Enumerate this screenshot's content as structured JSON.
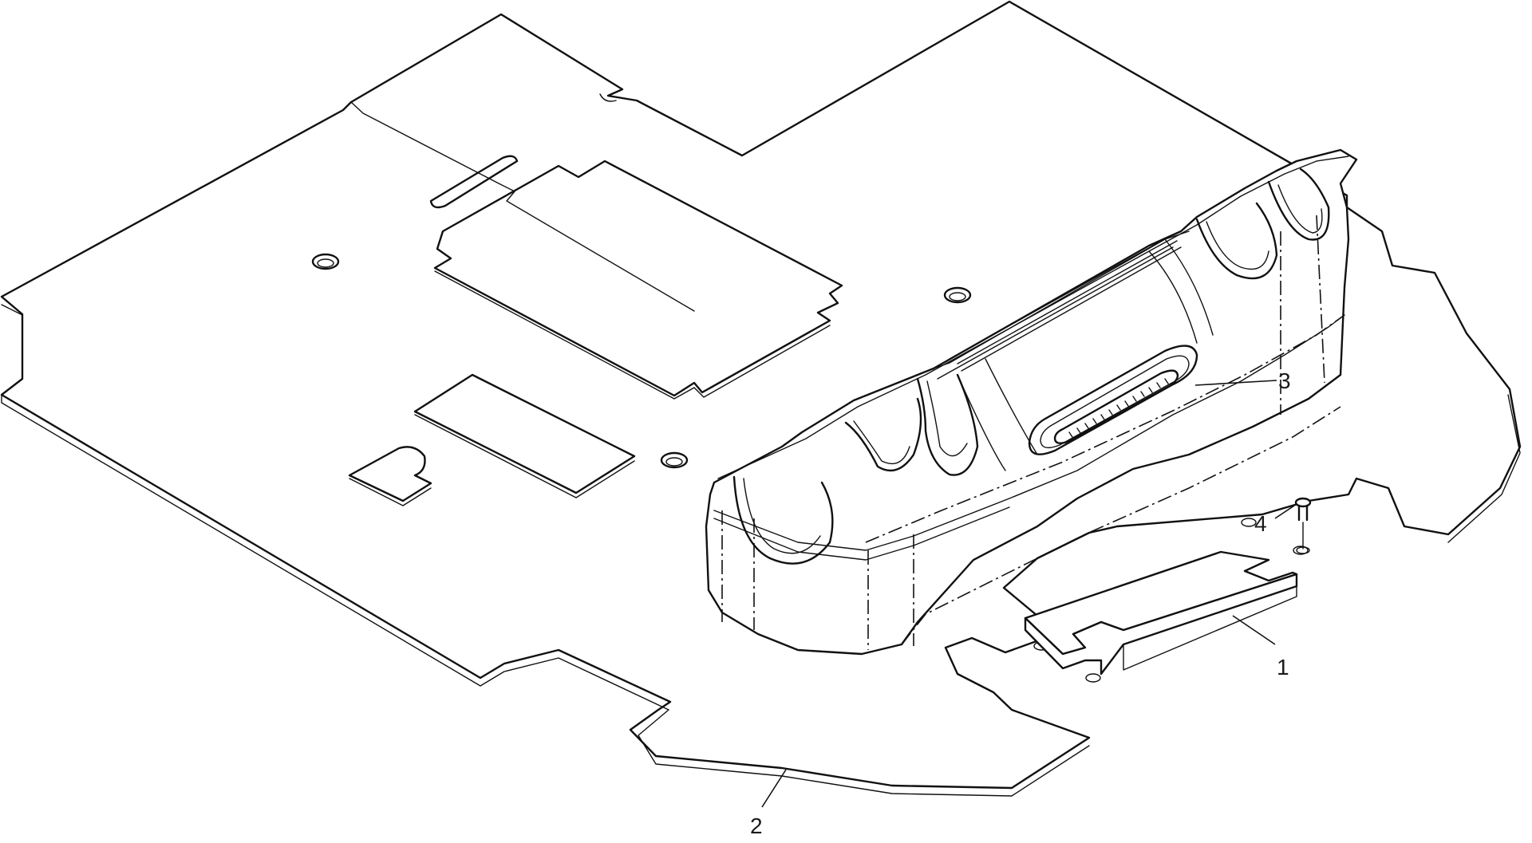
{
  "callouts": [
    {
      "id": "1",
      "text": "1"
    },
    {
      "id": "2",
      "text": "2"
    },
    {
      "id": "3",
      "text": "3"
    },
    {
      "id": "4",
      "text": "4"
    }
  ],
  "colors": {
    "background": "#ffffff",
    "line": "#111111"
  }
}
